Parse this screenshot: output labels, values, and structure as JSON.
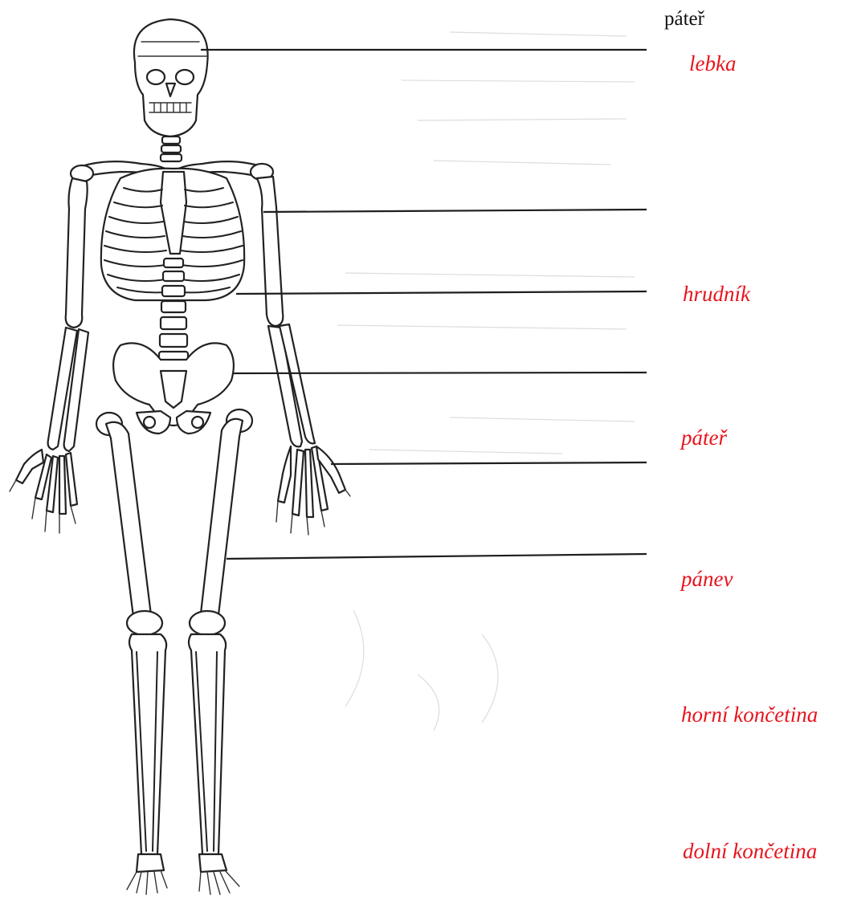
{
  "heading": "páteř",
  "answers": [
    {
      "id": "lebka",
      "text": "lebka"
    },
    {
      "id": "hrudnik",
      "text": "hrudník"
    },
    {
      "id": "pater",
      "text": "páteř"
    },
    {
      "id": "panev",
      "text": "pánev"
    },
    {
      "id": "horni-koncetina",
      "text": "horní končetina"
    },
    {
      "id": "dolni-koncetina",
      "text": "dolní končetina"
    }
  ],
  "colors": {
    "answer_text": "#e8141c",
    "heading_text": "#111111",
    "line": "#1e1e1e"
  },
  "leader_line_count": 6
}
